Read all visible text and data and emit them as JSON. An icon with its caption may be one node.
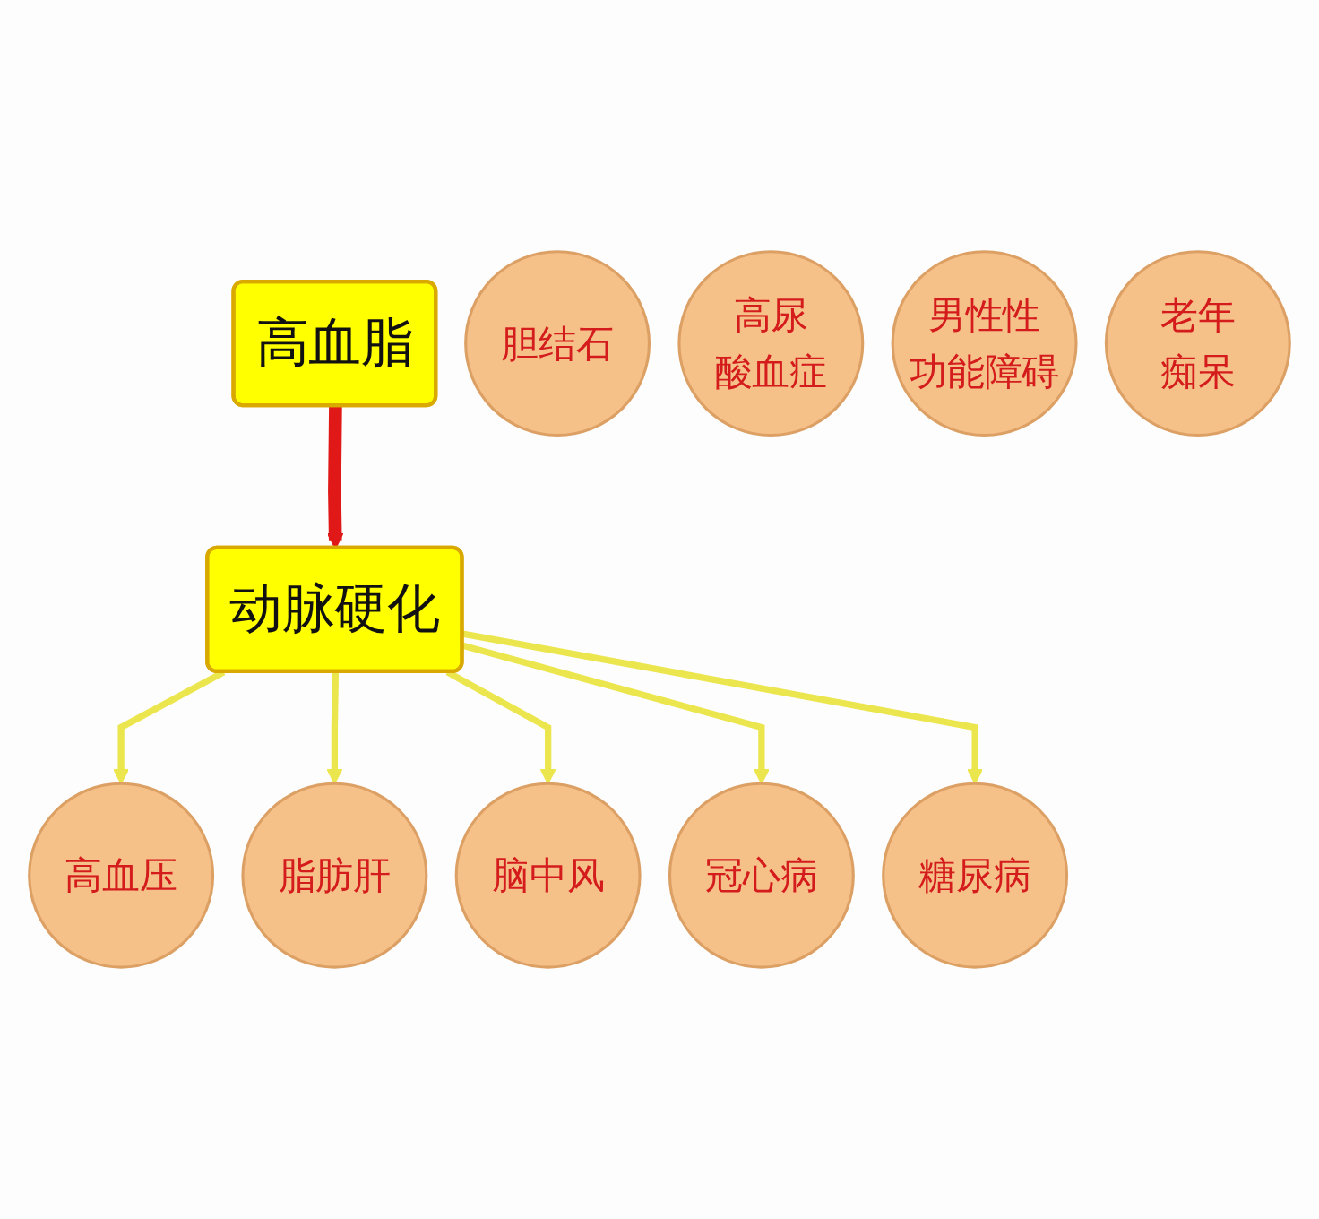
{
  "diagram": {
    "nodes": [
      {
        "text": [
          "高血脂"
        ]
      },
      {
        "text": [
          "动脉硬化"
        ]
      },
      {
        "text": [
          "高血压"
        ]
      },
      {
        "text": [
          "糖尿病"
        ]
      },
      {
        "text": [
          "胆结石"
        ]
      },
      {
        "text": [
          "脂肪肝"
        ]
      },
      {
        "text": [
          "冠心病"
        ]
      },
      {
        "text": [
          "高尿酸血症"
        ]
      },
      {
        "text": [
          "脑中风"
        ]
      },
      {
        "text": [
          "男性性功能障碍"
        ]
      },
      {
        "text": [
          "老年痴呆"
        ]
      }
    ],
    "edges": [
      {
        "from": 0,
        "to": 1,
        "arrow": "to",
        "style": "thick",
        "color": "#e01818"
      },
      {
        "from": 1,
        "to": 2,
        "arrow": "to"
      },
      {
        "from": 1,
        "to": 5,
        "arrow": "to"
      },
      {
        "from": 1,
        "to": 8,
        "arrow": "to"
      },
      {
        "from": 1,
        "to": 6,
        "arrow": "to"
      },
      {
        "from": 1,
        "to": 3,
        "arrow": "to"
      }
    ]
  }
}
